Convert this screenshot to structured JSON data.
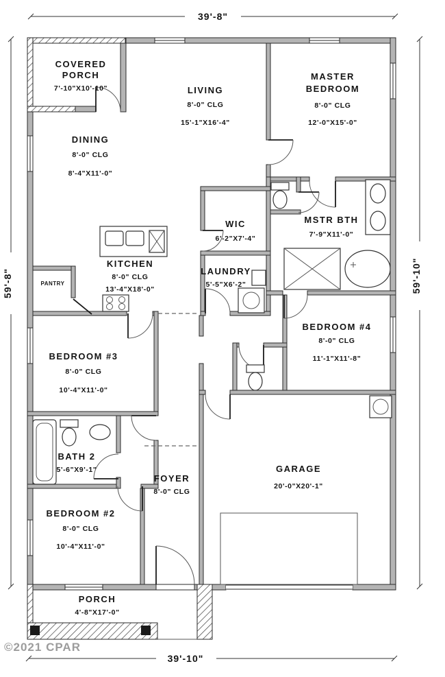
{
  "watermark": "©2021 CPAR",
  "dimensions": {
    "top": "39'-8\"",
    "bottom": "39'-10\"",
    "left": "59'-8\"",
    "right": "59'-10\""
  },
  "rooms": {
    "covered_porch": {
      "name_line1": "COVERED",
      "name_line2": "PORCH",
      "size": "7'-10\"X10'-10\""
    },
    "living": {
      "name": "LIVING",
      "ceiling": "8'-0\" CLG",
      "size": "15'-1\"X16'-4\""
    },
    "master_bedroom": {
      "name_line1": "MASTER",
      "name_line2": "BEDROOM",
      "ceiling": "8'-0\" CLG",
      "size": "12'-0\"X15'-0\""
    },
    "dining": {
      "name": "DINING",
      "ceiling": "8'-0\" CLG",
      "size": "8'-4\"X11'-0\""
    },
    "wic": {
      "name": "WIC",
      "size": "6'-2\"X7'-4\""
    },
    "master_bath": {
      "name": "MSTR BTH",
      "size": "7'-9\"X11'-0\""
    },
    "kitchen": {
      "name": "KITCHEN",
      "ceiling": "8'-0\" CLG",
      "size": "13'-4\"X18'-0\""
    },
    "pantry": {
      "name": "PANTRY"
    },
    "laundry": {
      "name": "LAUNDRY",
      "size": "5'-5\"X6'-2\""
    },
    "bedroom4": {
      "name": "BEDROOM #4",
      "ceiling": "8'-0\" CLG",
      "size": "11'-1\"X11'-8\""
    },
    "bedroom3": {
      "name": "BEDROOM #3",
      "ceiling": "8'-0\" CLG",
      "size": "10'-4\"X11'-0\""
    },
    "bath2": {
      "name": "BATH 2",
      "size": "5'-6\"X9'-1\""
    },
    "foyer": {
      "name": "FOYER",
      "ceiling": "8'-0\" CLG"
    },
    "garage": {
      "name": "GARAGE",
      "size": "20'-0\"X20'-1\""
    },
    "bedroom2": {
      "name": "BEDROOM #2",
      "ceiling": "8'-0\" CLG",
      "size": "10'-4\"X11'-0\""
    },
    "porch": {
      "name": "PORCH",
      "size": "4'-8\"X17'-0\""
    }
  },
  "colors": {
    "wall_fill": "#b4b4b4",
    "line": "#2a2a2a",
    "text": "#141414",
    "watermark": "#9c9c9c",
    "background": "#ffffff"
  }
}
